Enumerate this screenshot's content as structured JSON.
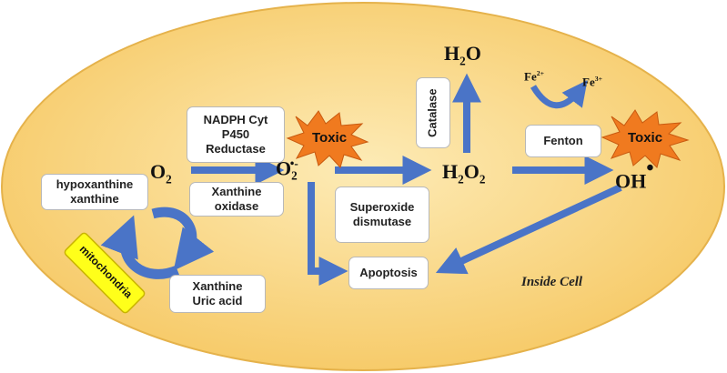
{
  "nodes": {
    "o2": "O",
    "o2_sub": "2",
    "superoxide": "O",
    "superoxide_sub": "2",
    "superoxide_sup": "•-",
    "h2o2": "H",
    "h2o2_sub1": "2",
    "h2o2_mid": "O",
    "h2o2_sub2": "2",
    "h2o": "H",
    "h2o_sub": "2",
    "h2o_end": "O",
    "hydroxyl": "OH",
    "hydroxyl_sup": "•",
    "fe2": "Fe",
    "fe2_sup": "2+",
    "fe3": "Fe",
    "fe3_sup": "3+"
  },
  "boxes": {
    "nadph": "NADPH Cyt\nP450\nReductase",
    "xanthine_oxidase": "Xanthine\noxidase",
    "hypoxanthine": "hypoxanthine\nxanthine",
    "xanthine_uric": "Xanthine\nUric acid",
    "superoxide_dismutase": "Superoxide\ndismutase",
    "apoptosis": "Apoptosis",
    "catalase": "Catalase",
    "fenton": "Fenton",
    "mitochondria": "mitochondria"
  },
  "badges": {
    "toxic_1": "Toxic",
    "toxic_2": "Toxic"
  },
  "labels": {
    "inside_cell": "Inside Cell"
  },
  "colors": {
    "cell_fill": "#f8cf74",
    "cell_fill_light": "#fdebb6",
    "arrow_blue": "#4a74c7",
    "toxic_orange": "#f07a1f",
    "mito_yellow": "#ffff1a"
  }
}
